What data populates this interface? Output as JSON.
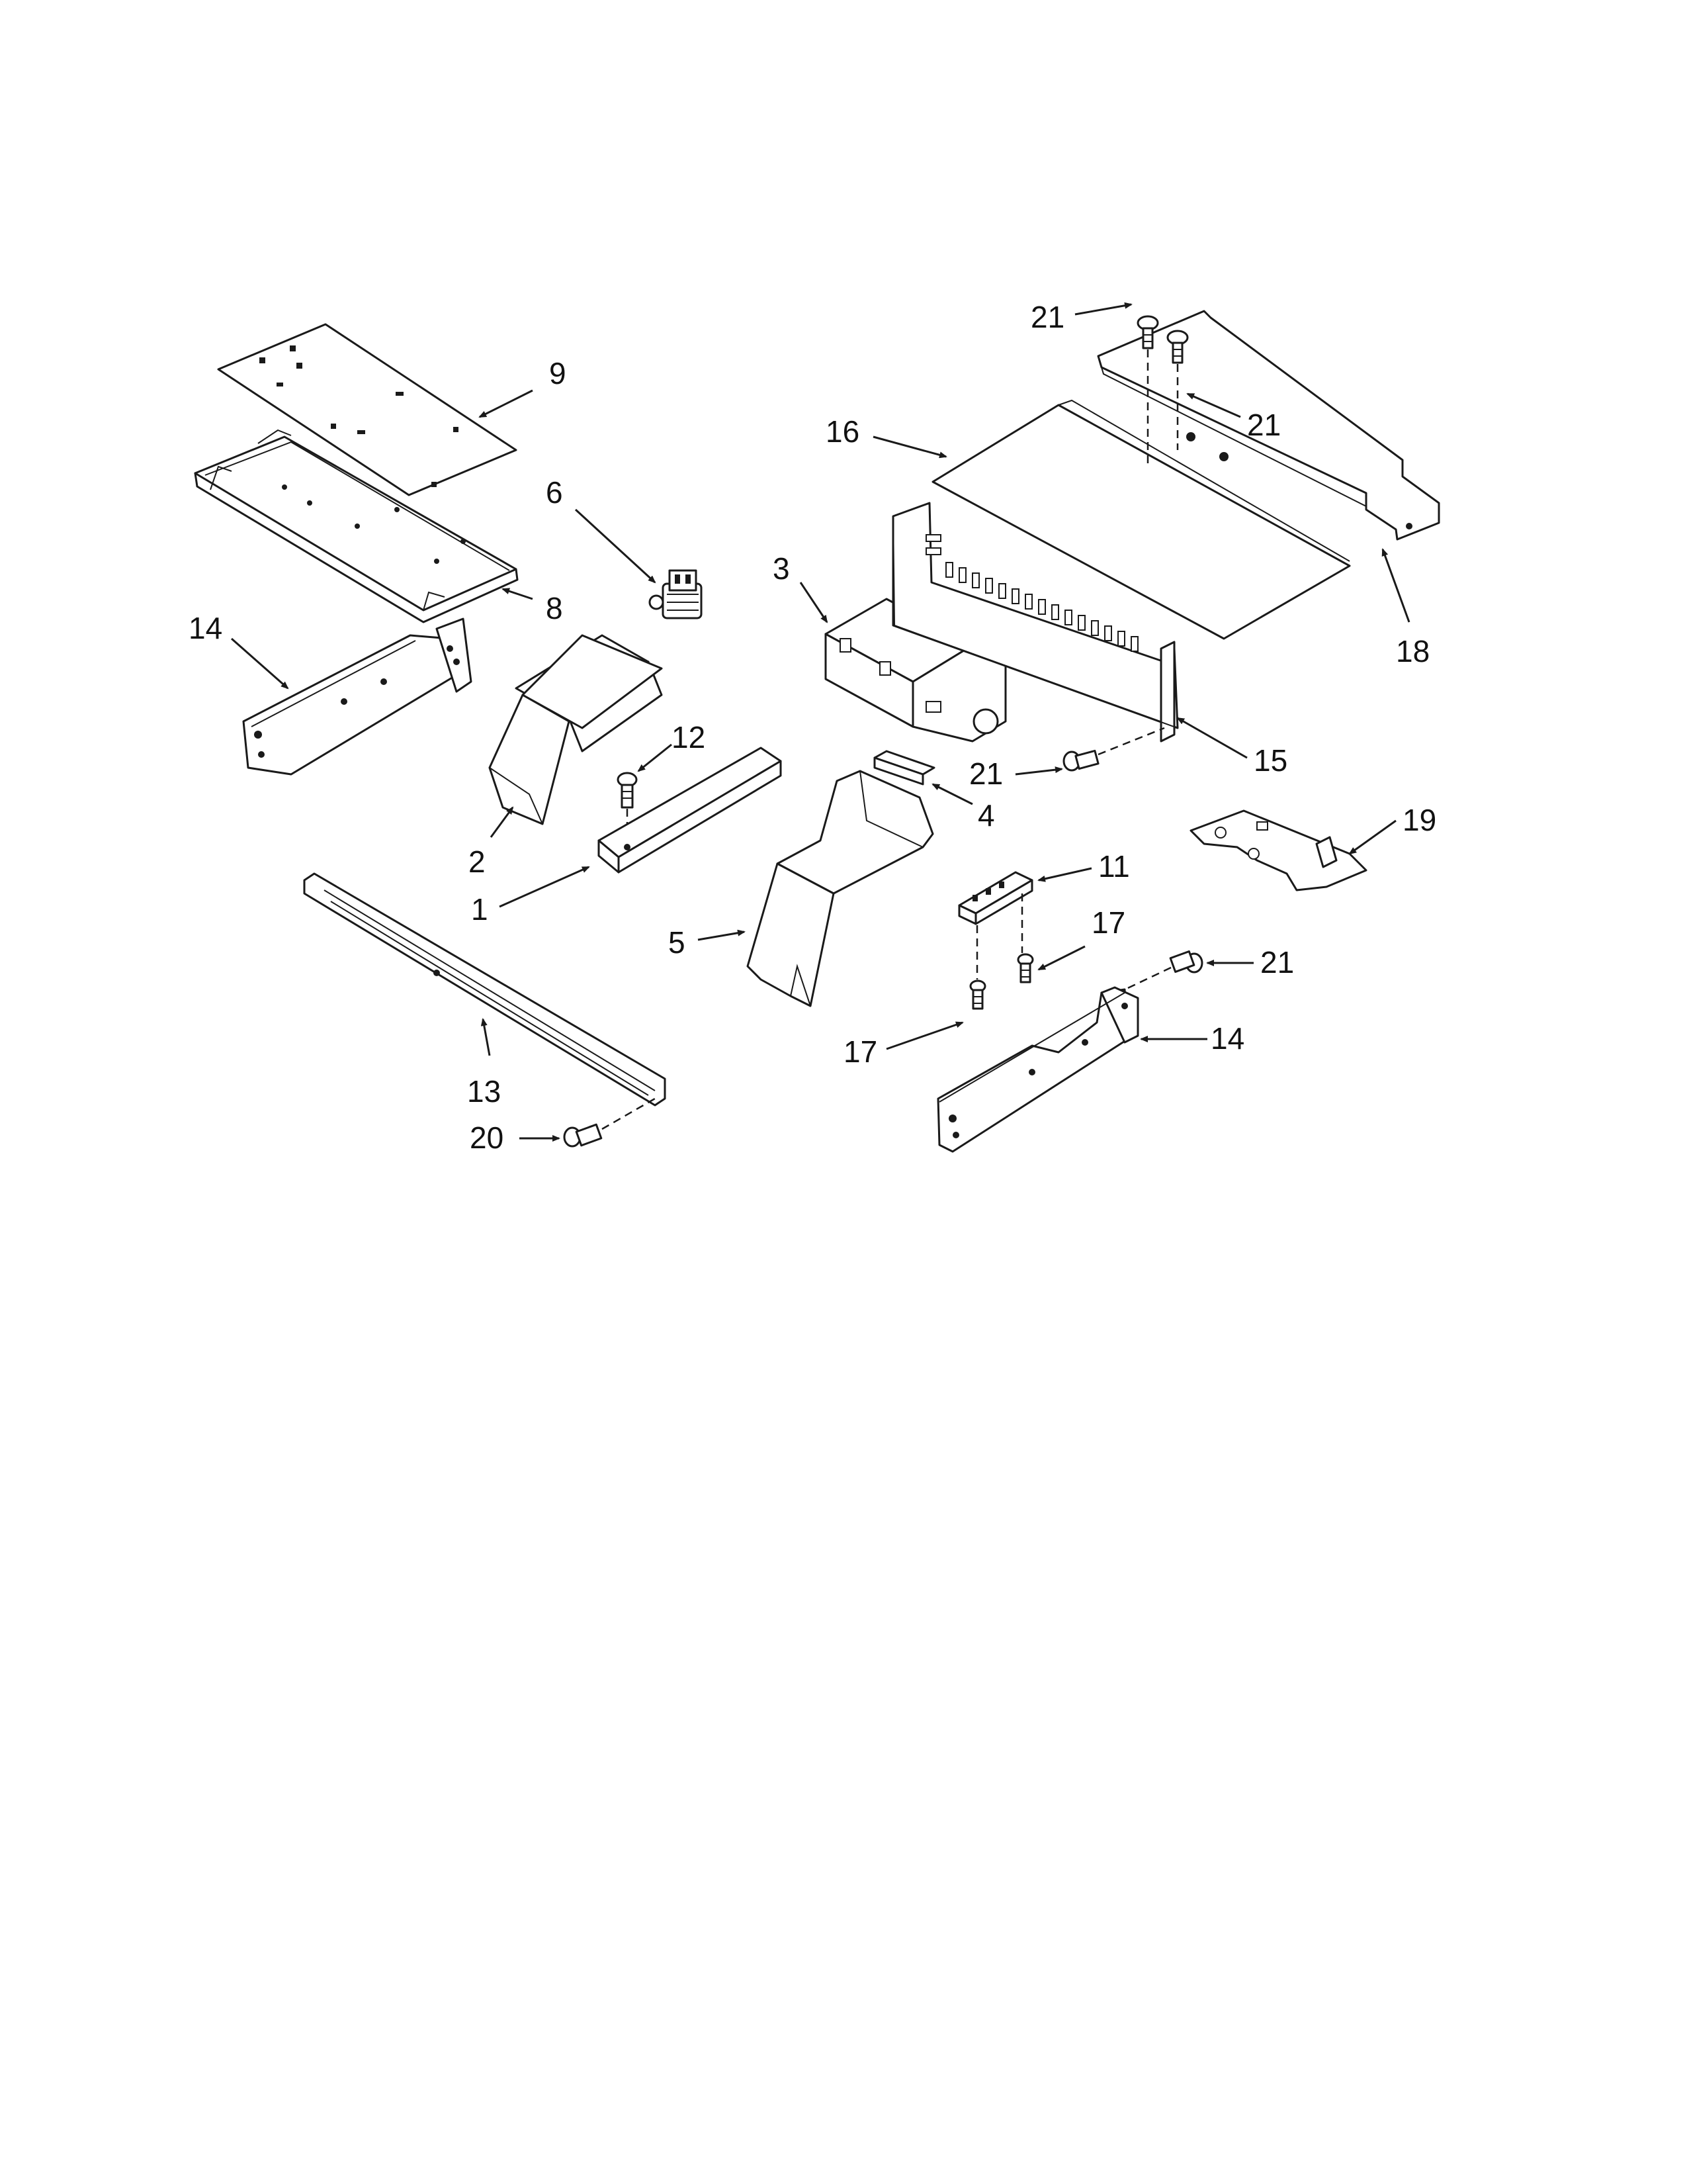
{
  "diagram": {
    "callouts": [
      {
        "id": "c9",
        "label": "9"
      },
      {
        "id": "c8",
        "label": "8"
      },
      {
        "id": "c6",
        "label": "6"
      },
      {
        "id": "c14a",
        "label": "14"
      },
      {
        "id": "c12",
        "label": "12"
      },
      {
        "id": "c2",
        "label": "2"
      },
      {
        "id": "c1",
        "label": "1"
      },
      {
        "id": "c13",
        "label": "13"
      },
      {
        "id": "c20",
        "label": "20"
      },
      {
        "id": "c3",
        "label": "3"
      },
      {
        "id": "c4",
        "label": "4"
      },
      {
        "id": "c5",
        "label": "5"
      },
      {
        "id": "c16",
        "label": "16"
      },
      {
        "id": "c21a",
        "label": "21"
      },
      {
        "id": "c21b",
        "label": "21"
      },
      {
        "id": "c18",
        "label": "18"
      },
      {
        "id": "c15",
        "label": "15"
      },
      {
        "id": "c21c",
        "label": "21"
      },
      {
        "id": "c19",
        "label": "19"
      },
      {
        "id": "c11",
        "label": "11"
      },
      {
        "id": "c17a",
        "label": "17"
      },
      {
        "id": "c21d",
        "label": "21"
      },
      {
        "id": "c17b",
        "label": "17"
      },
      {
        "id": "c14b",
        "label": "14"
      }
    ]
  }
}
